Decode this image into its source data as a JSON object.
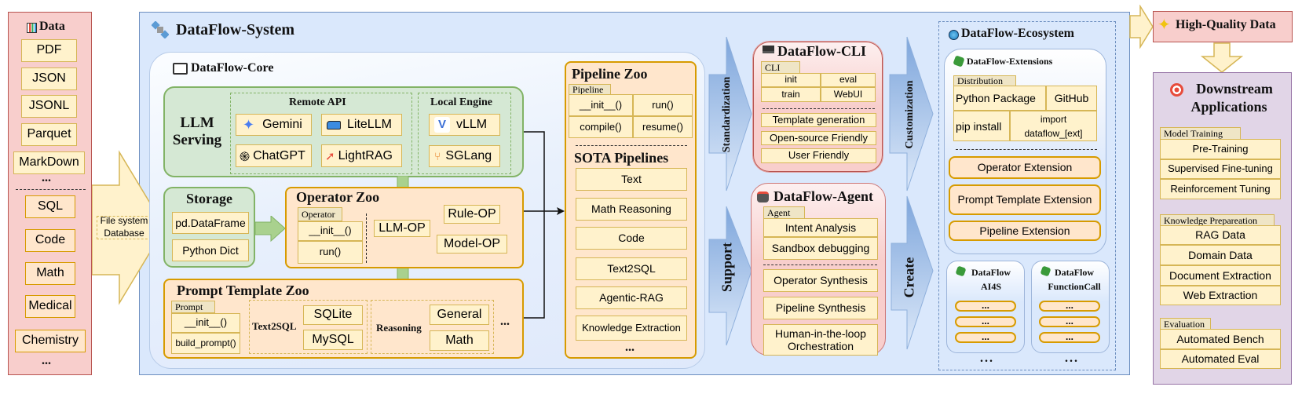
{
  "data_panel": {
    "title": "Data",
    "icon": "bar-chart-icon",
    "file_formats": [
      "PDF",
      "JSON",
      "JSONL",
      "Parquet",
      "MarkDown"
    ],
    "formats_ellipsis": "...",
    "domains": [
      "SQL",
      "Code",
      "Math",
      "Medical",
      "Chemistry"
    ],
    "domains_ellipsis": "..."
  },
  "input_arrow": {
    "label": "File system\nDatabase"
  },
  "system": {
    "title": "DataFlow-System",
    "icon": "satellite-icon"
  },
  "core": {
    "title": "DataFlow-Core",
    "icon": "book-icon",
    "llm_serving": {
      "title": "LLM\nServing",
      "remote_api": {
        "title": "Remote API",
        "items": [
          "Gemini",
          "LiteLLM",
          "ChatGPT",
          "LightRAG"
        ]
      },
      "local_engine": {
        "title": "Local Engine",
        "items": [
          "vLLM",
          "SGLang"
        ]
      }
    },
    "storage": {
      "title": "Storage",
      "items": [
        "pd.DataFrame",
        "Python Dict"
      ]
    },
    "operator_zoo": {
      "title": "Operator Zoo",
      "tab": "Operator",
      "methods": [
        "__init__()",
        "run()"
      ],
      "ops": [
        "LLM-OP",
        "Rule-OP",
        "Model-OP"
      ]
    },
    "prompt_zoo": {
      "title": "Prompt Template Zoo",
      "tab": "Prompt",
      "methods": [
        "__init__()",
        "build_prompt()"
      ],
      "text2sql": {
        "label": "Text2SQL",
        "items": [
          "SQLite",
          "MySQL"
        ]
      },
      "reasoning": {
        "label": "Reasoning",
        "items": [
          "General",
          "Math"
        ]
      },
      "ellipsis": "..."
    }
  },
  "pipeline_zoo": {
    "title": "Pipeline Zoo",
    "tab": "Pipeline",
    "methods": [
      "__init__()",
      "run()",
      "compile()",
      "resume()"
    ],
    "sota_title": "SOTA Pipelines",
    "items": [
      "Text",
      "Math Reasoning",
      "Code",
      "Text2SQL",
      "Agentic-RAG",
      "Knowledge Extraction"
    ],
    "ellipsis": "..."
  },
  "flow_arrows": {
    "standardization": "Standardization",
    "support": "Support",
    "customization": "Customization",
    "create": "Create"
  },
  "cli": {
    "title": "DataFlow-CLI",
    "icon": "laptop-icon",
    "tab": "CLI",
    "commands": [
      "init",
      "eval",
      "train",
      "WebUI"
    ],
    "features": [
      "Template generation",
      "Open-source Friendly",
      "User Friendly"
    ]
  },
  "agent": {
    "title": "DataFlow-Agent",
    "icon": "robot-icon",
    "tab": "Agent",
    "analysis": [
      "Intent Analysis",
      "Sandbox debugging"
    ],
    "synthesis": [
      "Operator Synthesis",
      "Pipeline Synthesis",
      "Human-in-the-loop\nOrchestration"
    ]
  },
  "ecosystem": {
    "title": "DataFlow-Ecosystem",
    "icon": "globe-icon",
    "extensions": {
      "title": "DataFlow-Extensions",
      "icon": "puzzle-icon",
      "tab": "Distribution",
      "cells": [
        "Python Package",
        "GitHub",
        "pip install",
        "import\ndataflow_[ext]"
      ],
      "items": [
        "Operator Extension",
        "Prompt Template Extension",
        "Pipeline Extension"
      ]
    },
    "ai4s": {
      "title": "DataFlow\nAI4S",
      "placeholders": [
        "...",
        "...",
        "..."
      ],
      "more": "..."
    },
    "functioncall": {
      "title": "DataFlow\nFunctionCall",
      "placeholders": [
        "...",
        "...",
        "..."
      ],
      "more": "..."
    }
  },
  "output": {
    "title": "High-Quality Data",
    "icon": "sparkles-icon"
  },
  "downstream": {
    "title": "Downstream\nApplications",
    "icon": "target-icon",
    "groups": [
      {
        "tab": "Model Training",
        "items": [
          "Pre-Training",
          "Supervised Fine-tuning",
          "Reinforcement Tuning"
        ]
      },
      {
        "tab": "Knowledge Prepareation",
        "items": [
          "RAG Data",
          "Domain Data",
          "Document Extraction",
          "Web Extraction"
        ]
      },
      {
        "tab": "Evaluation",
        "items": [
          "Automated Bench",
          "Automated Eval"
        ]
      }
    ]
  },
  "colors": {
    "data": "#f8cecc",
    "system": "#dae8fc",
    "green": "#d5e8d4",
    "orange": "#ffe6cc",
    "yellow": "#fff2cc",
    "downstream": "#e1d5e7"
  }
}
